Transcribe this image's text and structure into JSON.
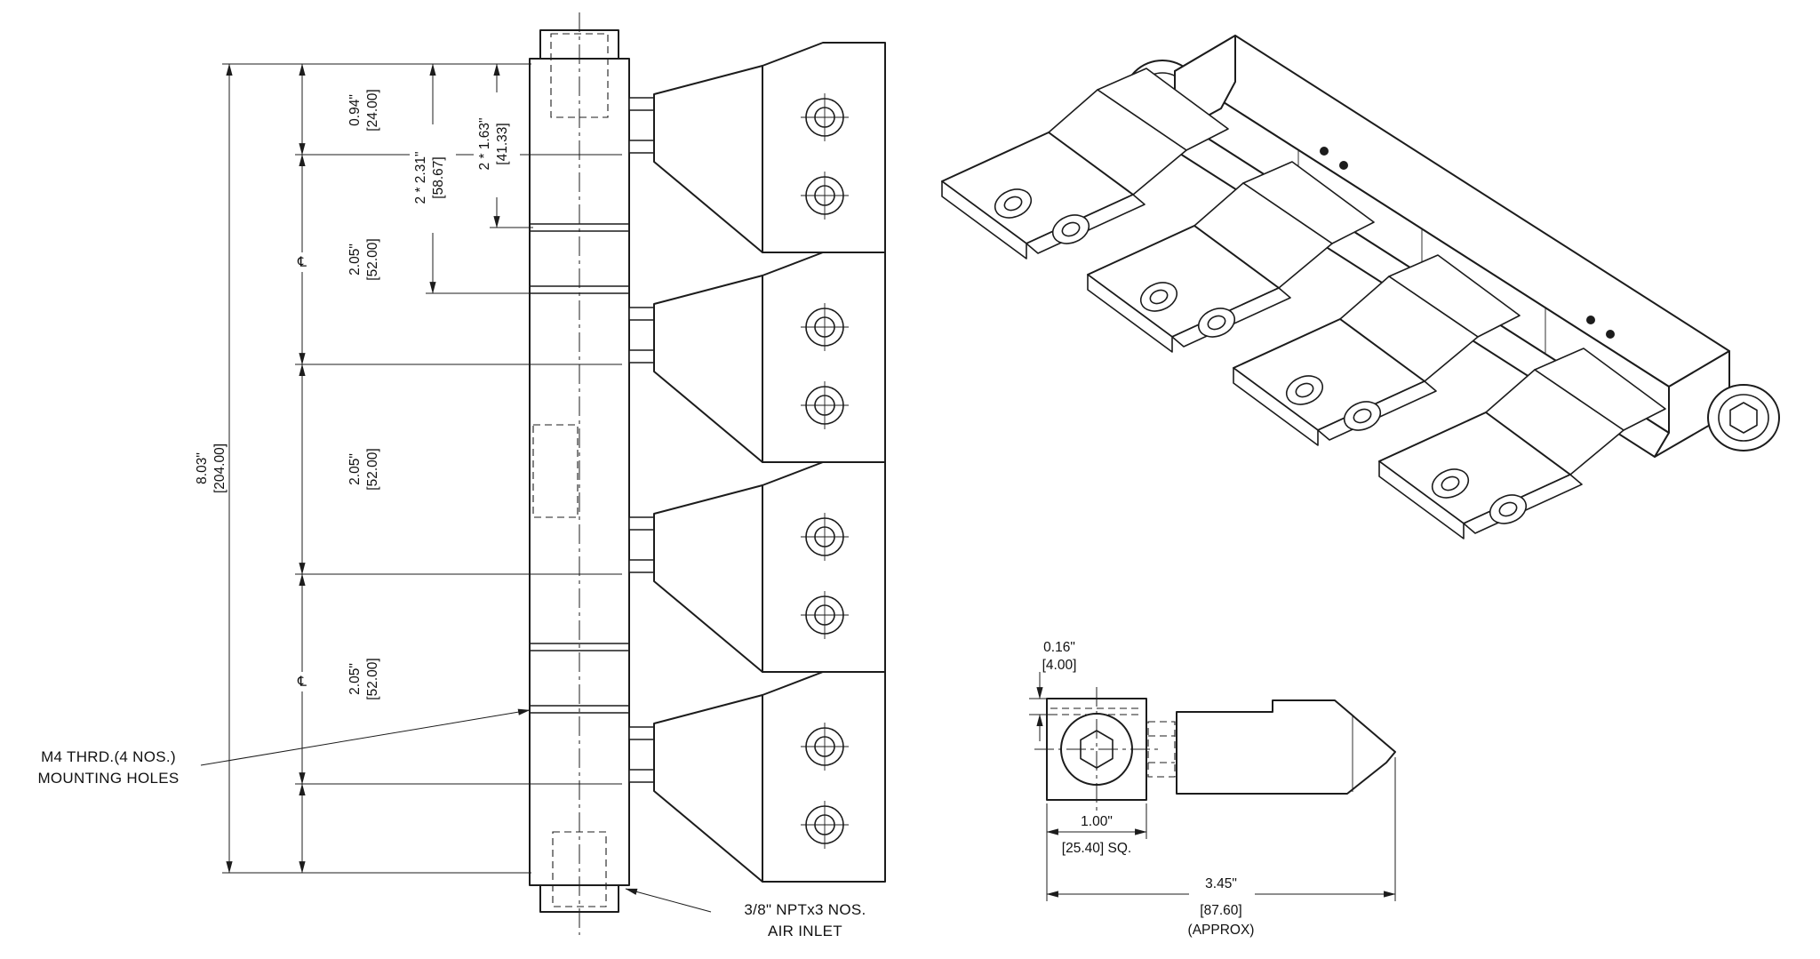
{
  "drawing": {
    "front": {
      "dims": {
        "overall_in": "8.03\"",
        "overall_mm": "[204.00]",
        "pitch_in": "2.05\"",
        "pitch_mm": "[52.00]",
        "top_offset_in": "0.94\"",
        "top_offset_mm": "[24.00]",
        "pair163_in": "2 * 1.63\"",
        "pair163_mm": "[41.33]",
        "pair231_in": "2 * 2.31\"",
        "pair231_mm": "[58.67]",
        "centerline_symbol": "℄"
      },
      "labels": {
        "mounting_1": "M4 THRD.(4 NOS.)",
        "mounting_2": "MOUNTING HOLES",
        "inlet_1": "3/8\" NPTx3 NOS.",
        "inlet_2": "AIR INLET"
      }
    },
    "detail": {
      "offset_in": "0.16\"",
      "offset_mm": "[4.00]",
      "square_in": "1.00\"",
      "square_mm": "[25.40] SQ.",
      "length_in": "3.45\"",
      "length_mm": "[87.60]",
      "length_note": "(APPROX)"
    }
  }
}
